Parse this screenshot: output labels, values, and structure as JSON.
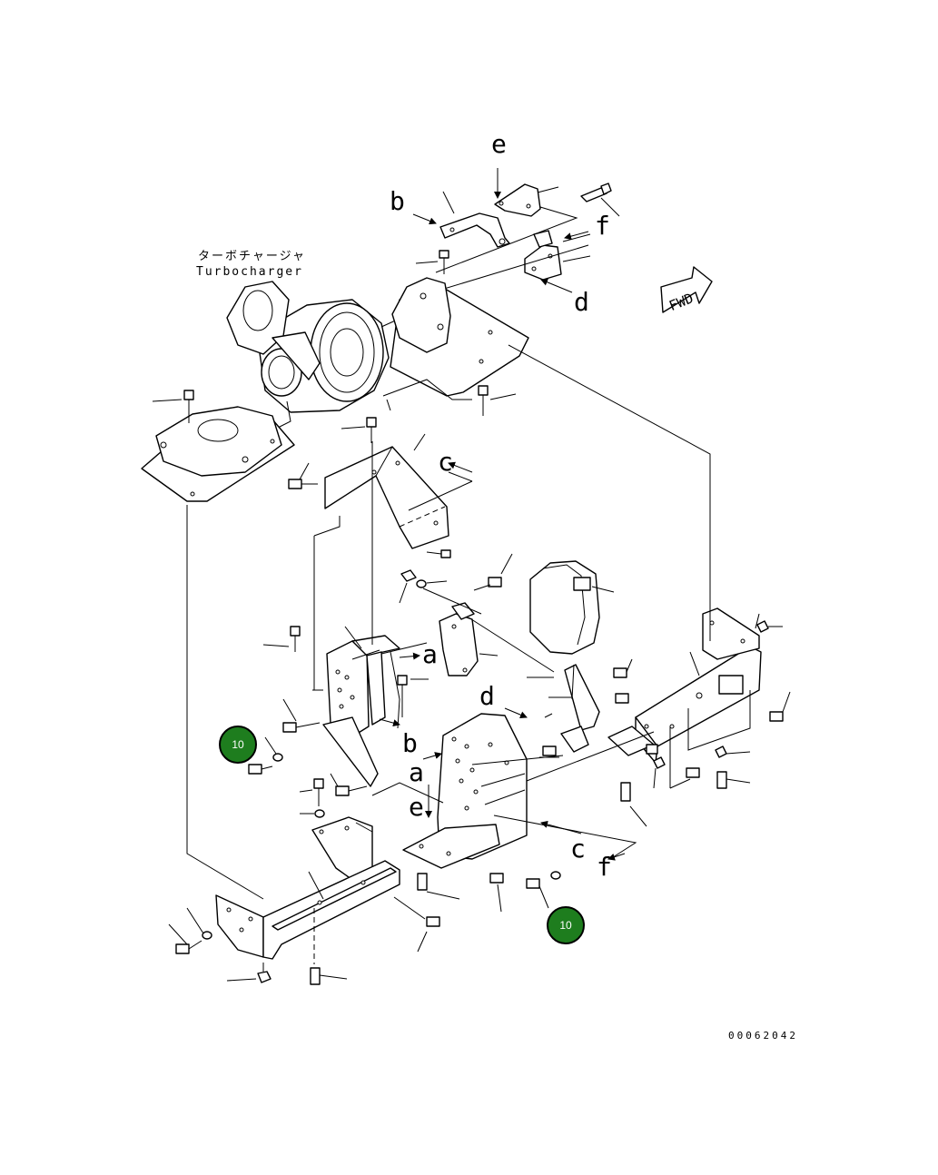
{
  "diagram": {
    "callout_refs": [
      {
        "id": "ref-e-top",
        "text": "e"
      },
      {
        "id": "ref-b-top",
        "text": "b"
      },
      {
        "id": "ref-f-top",
        "text": "f"
      },
      {
        "id": "ref-d-top",
        "text": "d"
      },
      {
        "id": "ref-c-mid",
        "text": "c"
      },
      {
        "id": "ref-a-left",
        "text": "a"
      },
      {
        "id": "ref-b-left",
        "text": "b"
      },
      {
        "id": "ref-d-mid",
        "text": "d"
      },
      {
        "id": "ref-a-center",
        "text": "a"
      },
      {
        "id": "ref-e-center",
        "text": "e"
      },
      {
        "id": "ref-c-lower",
        "text": "c"
      },
      {
        "id": "ref-f-lower",
        "text": "f"
      }
    ],
    "turbocharger_label": {
      "japanese": "ターボチャージャ",
      "english": "Turbocharger"
    },
    "fwd_label": "FWD",
    "part_badges": [
      {
        "id": "badge-left",
        "text": "10",
        "color": "#1e7d1e"
      },
      {
        "id": "badge-right",
        "text": "10",
        "color": "#1e7d1e"
      }
    ],
    "drawing_code": "00062042"
  }
}
